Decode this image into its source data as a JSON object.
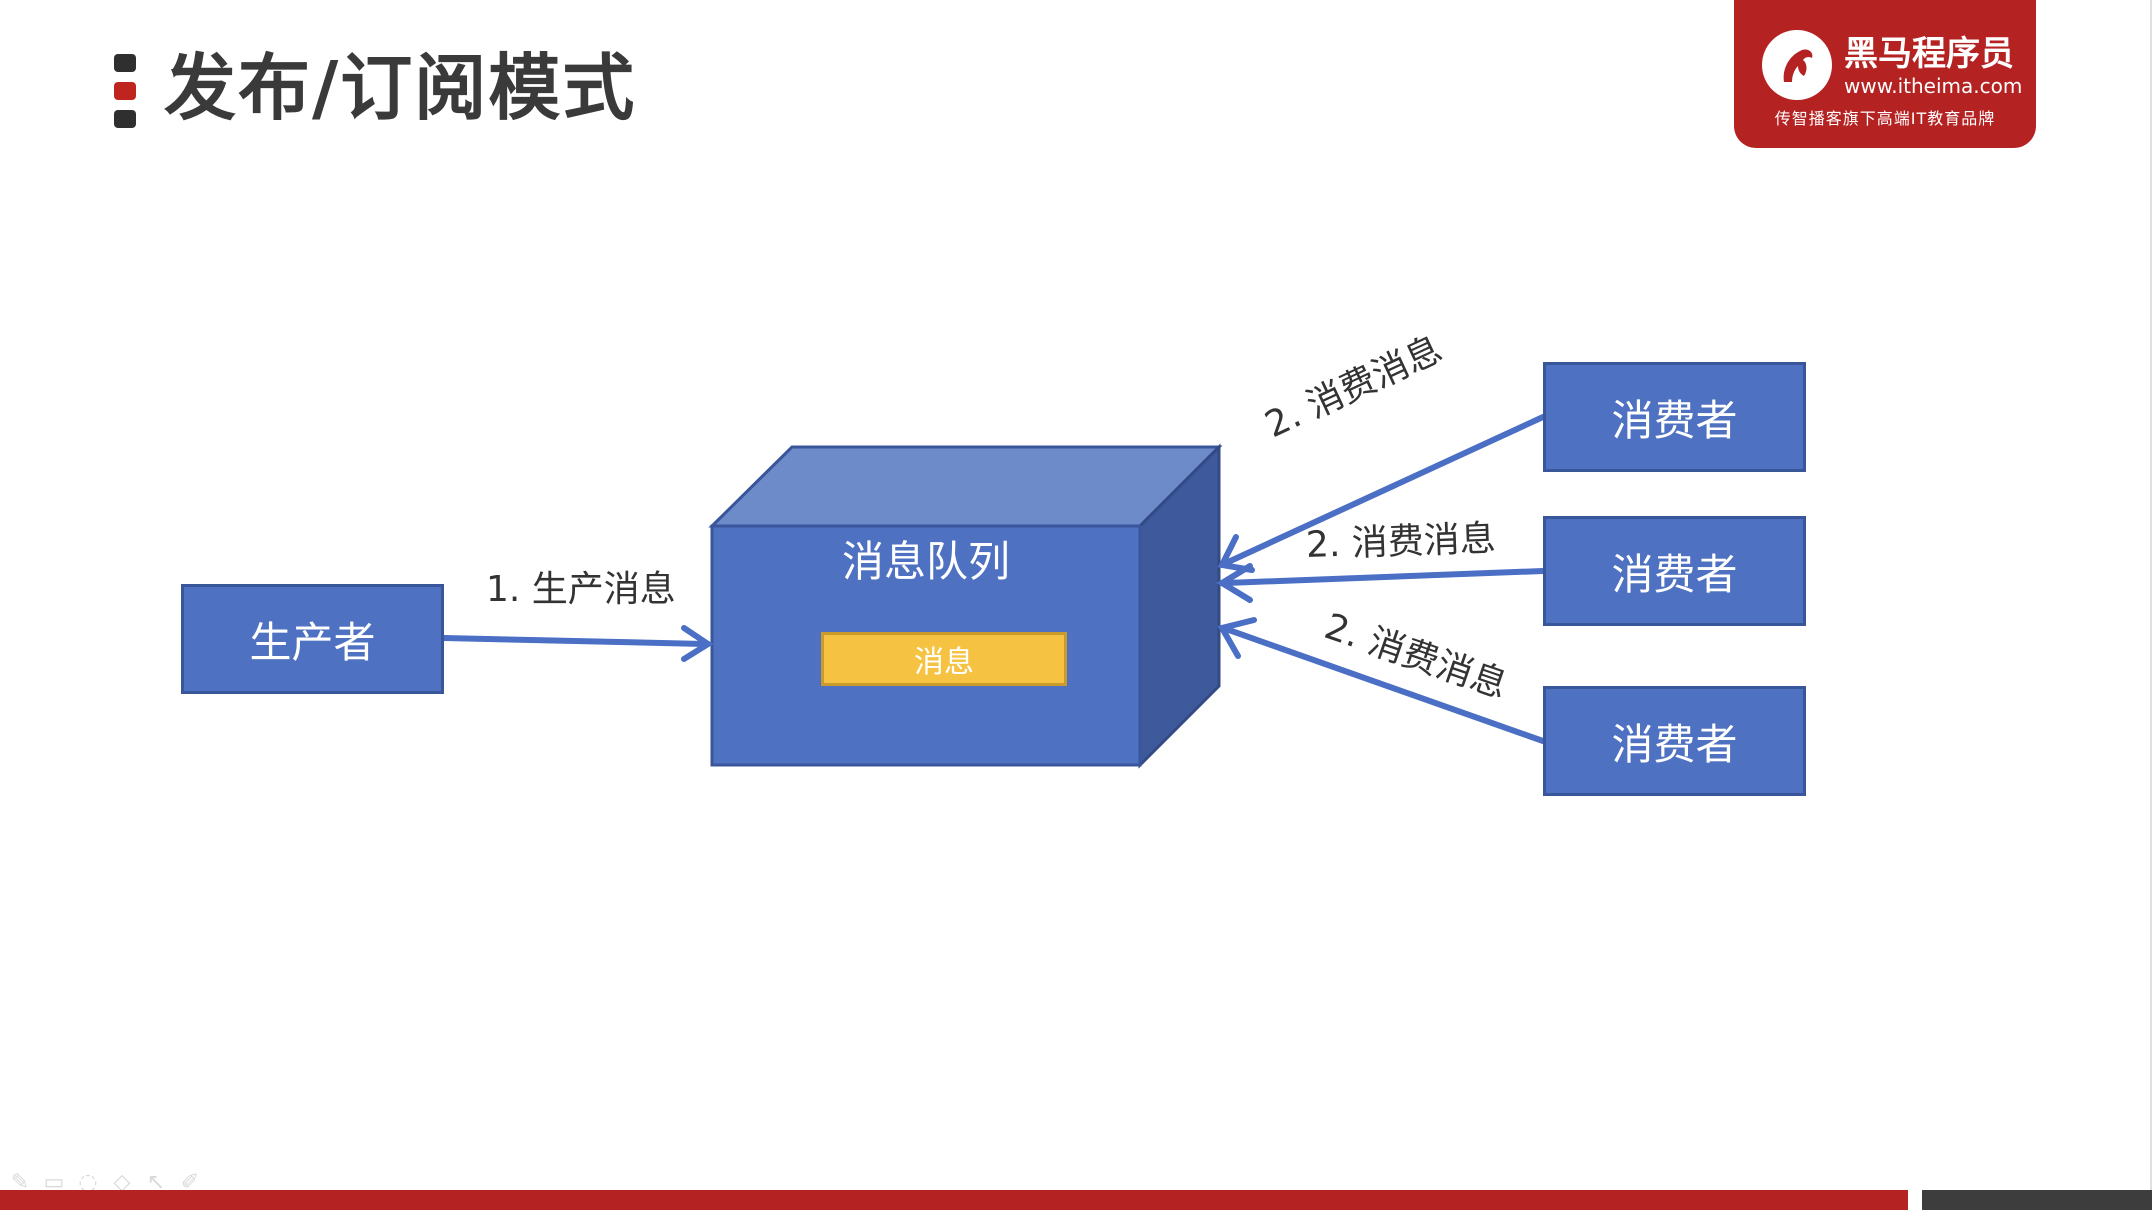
{
  "title": "发布/订阅模式",
  "logo": {
    "brand": "黑马程序员",
    "url": "www.itheima.com",
    "slogan": "传智播客旗下高端IT教育品牌"
  },
  "colors": {
    "node_fill": "#4f71c1",
    "node_border": "#3a569a",
    "queue_top": "#6d8ac9",
    "queue_side": "#3e5a9c",
    "message_fill": "#f5c242",
    "accent_red": "#b52222",
    "arrow": "#4a6fc4"
  },
  "diagram": {
    "producer": {
      "label": "生产者"
    },
    "queue": {
      "label": "消息队列",
      "message": "消息"
    },
    "consumers": [
      {
        "label": "消费者"
      },
      {
        "label": "消费者"
      },
      {
        "label": "消费者"
      }
    ],
    "edges": {
      "produce": "1. 生产消息",
      "consume_top": "2. 消费消息",
      "consume_mid": "2. 消费消息",
      "consume_bottom": "2. 消费消息"
    }
  },
  "toolbar_icons": [
    "pen-icon",
    "screen-icon",
    "comment-icon",
    "eraser-icon",
    "pointer-icon",
    "edit-icon"
  ]
}
